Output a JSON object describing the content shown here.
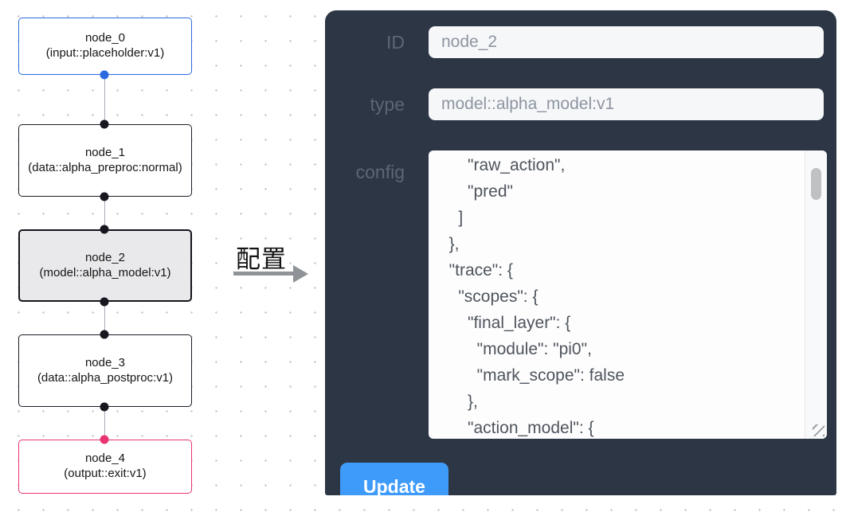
{
  "flow": {
    "nodes": [
      {
        "id": "node_0",
        "label": "node_0",
        "type_label": "(input::placeholder:v1)"
      },
      {
        "id": "node_1",
        "label": "node_1",
        "type_label": "(data::alpha_preproc:normal)"
      },
      {
        "id": "node_2",
        "label": "node_2",
        "type_label": "(model::alpha_model:v1)"
      },
      {
        "id": "node_3",
        "label": "node_3",
        "type_label": "(data::alpha_postproc:v1)"
      },
      {
        "id": "node_4",
        "label": "node_4",
        "type_label": "(output::exit:v1)"
      }
    ],
    "colors": {
      "input_node_border": "#2b6bdf",
      "default_node_border": "#1b1b26",
      "selected_node_bg": "#e9e9eb",
      "output_node_border": "#e8346f",
      "edge": "#a9aeb4"
    }
  },
  "transfer": {
    "label": "配置"
  },
  "panel": {
    "bg_color": "#2d3645",
    "accent_color": "#3f9bfa",
    "id_field": {
      "label": "ID",
      "value": "node_2"
    },
    "type_field": {
      "label": "type",
      "value": "model::alpha_model:v1"
    },
    "config_field": {
      "label": "config",
      "value": "      \"raw_action\",\n      \"pred\"\n    ]\n  },\n  \"trace\": {\n    \"scopes\": {\n      \"final_layer\": {\n        \"module\": \"pi0\",\n        \"mark_scope\": false\n      },\n      \"action_model\": {"
    },
    "update_label": "Update"
  }
}
